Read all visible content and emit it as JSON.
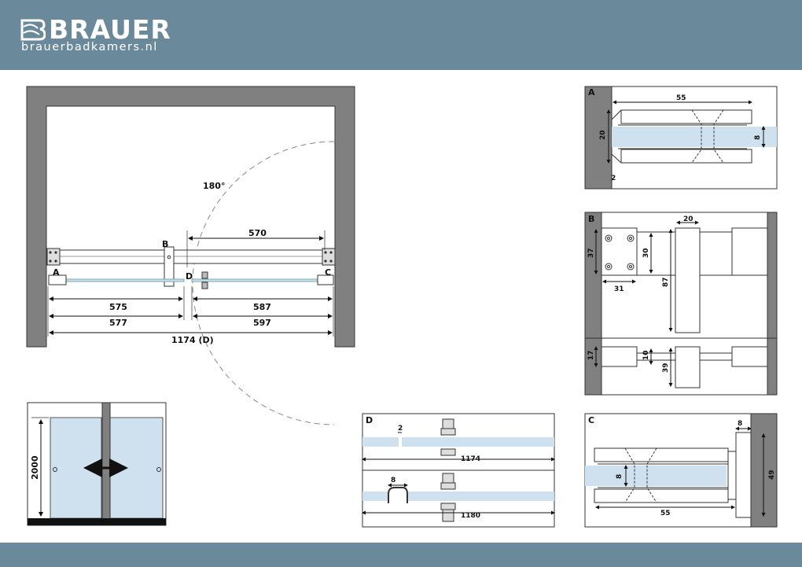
{
  "brand": {
    "name": "BRAUER",
    "website": "brauerbadkamers.nl"
  },
  "plan": {
    "angle": "180°",
    "label_a": "A",
    "label_b": "B",
    "label_c": "C",
    "label_d": "D",
    "dim_570": "570",
    "dim_575": "575",
    "dim_587": "587",
    "dim_577": "577",
    "dim_597": "597",
    "dim_total": "1174 (D)"
  },
  "front": {
    "height": "2000"
  },
  "detail_a": {
    "label": "A",
    "width": "55",
    "height": "20",
    "glass": "8",
    "gap": "2"
  },
  "detail_b": {
    "label": "B",
    "d20": "20",
    "d37": "37",
    "d30": "30",
    "d87": "87",
    "d31": "31",
    "d17": "17",
    "d10": "10",
    "d39": "39"
  },
  "detail_c": {
    "label": "C",
    "d8top": "8",
    "d8": "8",
    "d49": "49",
    "d55": "55"
  },
  "detail_d": {
    "label": "D",
    "gap": "2",
    "w1174": "1174",
    "seal": "8",
    "w1180": "1180"
  },
  "colors": {
    "header": "#6a8a9c",
    "wall": "#808080",
    "glass": "#cfe1ef"
  }
}
